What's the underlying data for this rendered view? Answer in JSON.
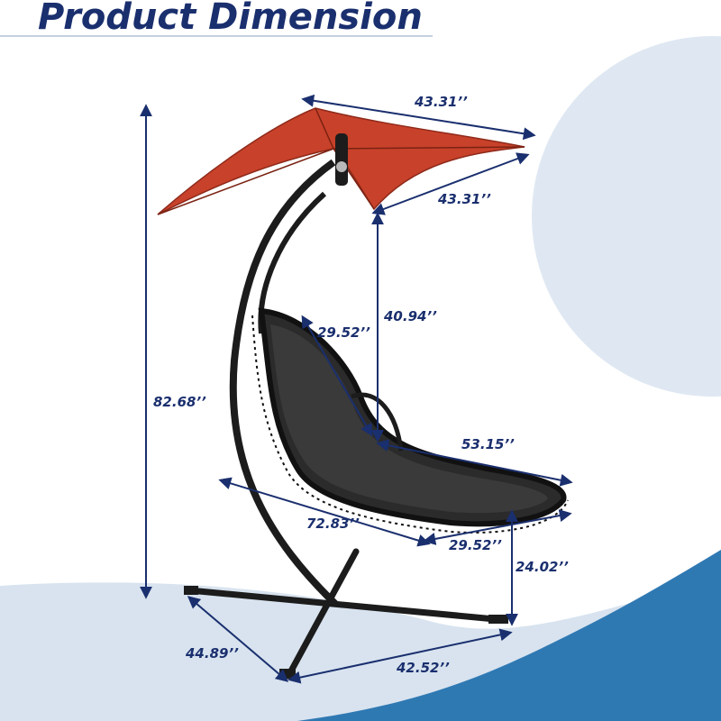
{
  "title": "Product Dimension",
  "colors": {
    "accent": "#1a2f6e",
    "canopy": "#c8412a",
    "frame": "#1c1c1c",
    "wave_light": "#dfe8f2",
    "wave_dark": "#2f79b3"
  },
  "dimensions": {
    "canopy_width": "43.31’’",
    "canopy_depth": "43.31’’",
    "canopy_to_seat": "40.94’’",
    "backrest": "29.52’’",
    "seat_length": "53.15’’",
    "total_height": "82.68’’",
    "overall_length": "72.83’’",
    "seat_width": "29.52’’",
    "seat_height": "24.02’’",
    "base_depth": "44.89’’",
    "base_width": "42.52’’"
  }
}
